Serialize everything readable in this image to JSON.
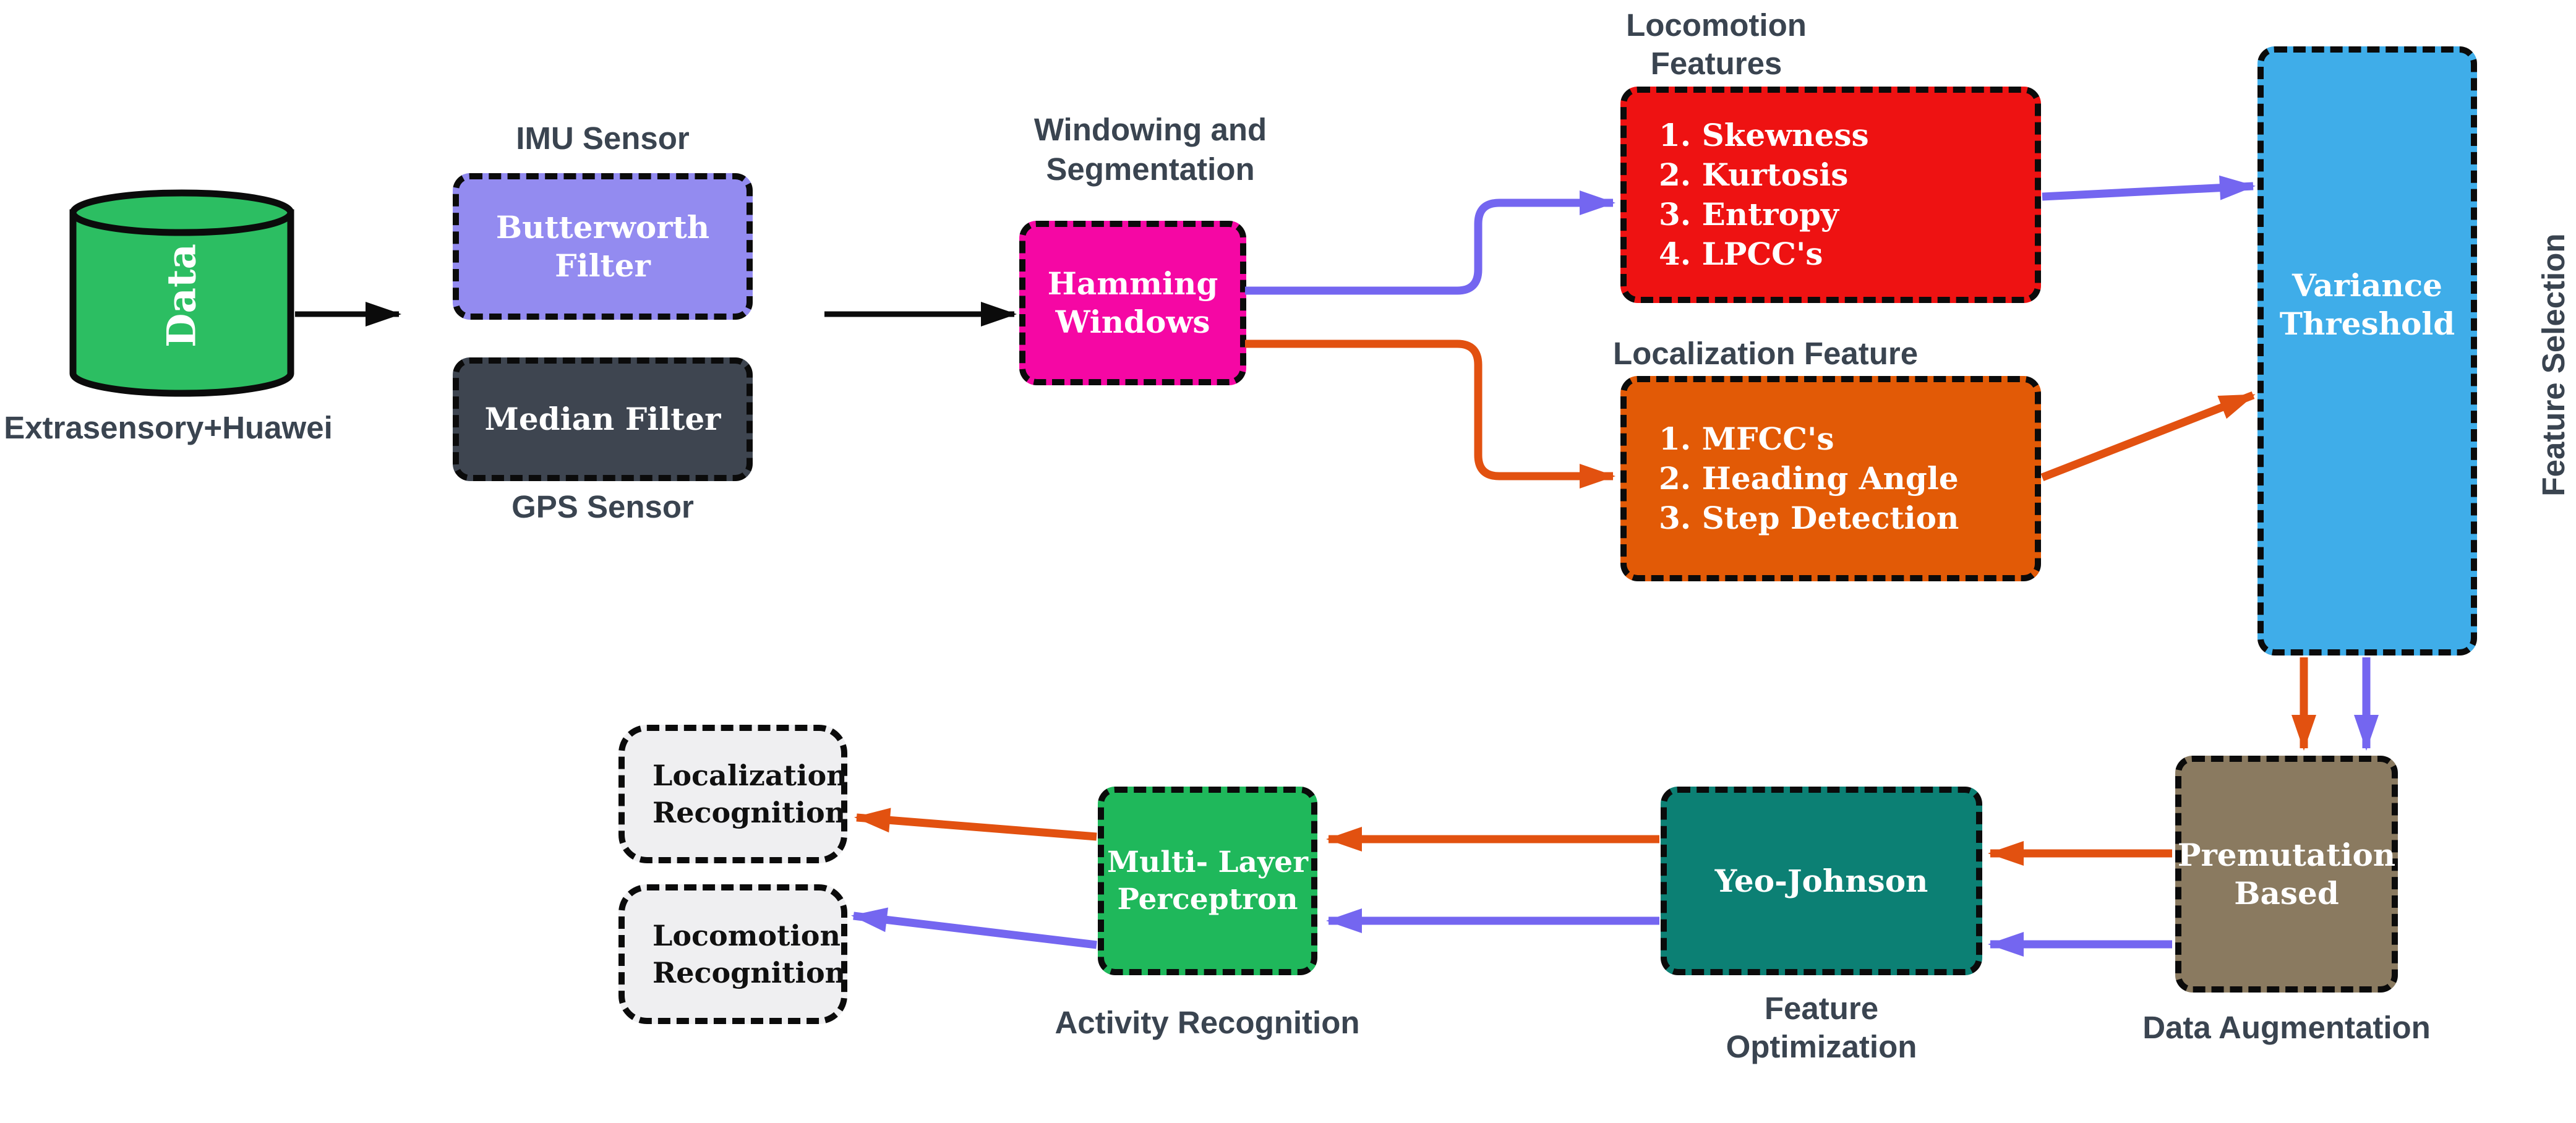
{
  "source": {
    "label": "Data",
    "caption": "Extrasensory+Huawei"
  },
  "sensors": {
    "imu_label": "IMU Sensor",
    "butterworth_box": "Butterworth Filter",
    "median_box": "Median Filter",
    "gps_label": "GPS Sensor"
  },
  "windowing": {
    "caption": "Windowing and Segmentation",
    "box": "Hamming Windows"
  },
  "locomotion_features": {
    "caption": "Locomotion Features",
    "items": [
      "1. Skewness",
      "2. Kurtosis",
      "3. Entropy",
      "4. LPCC's"
    ]
  },
  "localization_features": {
    "caption": "Localization Feature",
    "items": [
      "1. MFCC's",
      "2. Heading Angle",
      "3. Step Detection"
    ]
  },
  "feature_selection": {
    "box": "Variance Threshold",
    "side_caption": "Feature Selection"
  },
  "data_augmentation": {
    "box": "Premutation Based",
    "caption": "Data Augmentation"
  },
  "feature_optimization": {
    "box": "Yeo-Johnson",
    "caption": "Feature Optimization"
  },
  "activity_recognition": {
    "box": "Multi- Layer Perceptron",
    "caption": "Activity Recognition"
  },
  "outputs": {
    "localization": "Localization Recognition",
    "locomotion": "Locomotion Recognition"
  },
  "flows": [
    {
      "from": "Data",
      "to": "Butterworth Filter",
      "color": "black"
    },
    {
      "from": "Filters",
      "to": "Hamming Windows",
      "color": "black"
    },
    {
      "from": "Hamming Windows",
      "to": "Locomotion Features",
      "color": "purple"
    },
    {
      "from": "Hamming Windows",
      "to": "Localization Features",
      "color": "orange"
    },
    {
      "from": "Locomotion Features",
      "to": "Variance Threshold",
      "color": "purple"
    },
    {
      "from": "Localization Features",
      "to": "Variance Threshold",
      "color": "orange"
    },
    {
      "from": "Variance Threshold",
      "to": "Premutation Based",
      "color": "orange"
    },
    {
      "from": "Variance Threshold",
      "to": "Premutation Based",
      "color": "purple"
    },
    {
      "from": "Premutation Based",
      "to": "Yeo-Johnson",
      "color": "orange"
    },
    {
      "from": "Premutation Based",
      "to": "Yeo-Johnson",
      "color": "purple"
    },
    {
      "from": "Yeo-Johnson",
      "to": "Multi- Layer Perceptron",
      "color": "orange"
    },
    {
      "from": "Yeo-Johnson",
      "to": "Multi- Layer Perceptron",
      "color": "purple"
    },
    {
      "from": "Multi- Layer Perceptron",
      "to": "Localization Recognition",
      "color": "orange"
    },
    {
      "from": "Multi- Layer Perceptron",
      "to": "Locomotion Recognition",
      "color": "purple"
    }
  ],
  "colors": {
    "label_text": "#3A4450",
    "cylinder_green": "#2CBE62",
    "butterworth_purple": "#938BF0",
    "median_gray": "#3E4550",
    "hamming_magenta": "#F507A4",
    "locomotion_red": "#EE1212",
    "localization_orange": "#E25A06",
    "variance_blue": "#3FADE9",
    "premutation_brown": "#8A7A60",
    "yeo_teal": "#0C8074",
    "mlp_green": "#1FB85B",
    "output_gray": "#EFEFF1",
    "arrow_purple": "#7466F0",
    "arrow_orange": "#E25110",
    "arrow_black": "#0B0B0B",
    "box_text": "#FFFFFF",
    "output_text": "#101010"
  }
}
